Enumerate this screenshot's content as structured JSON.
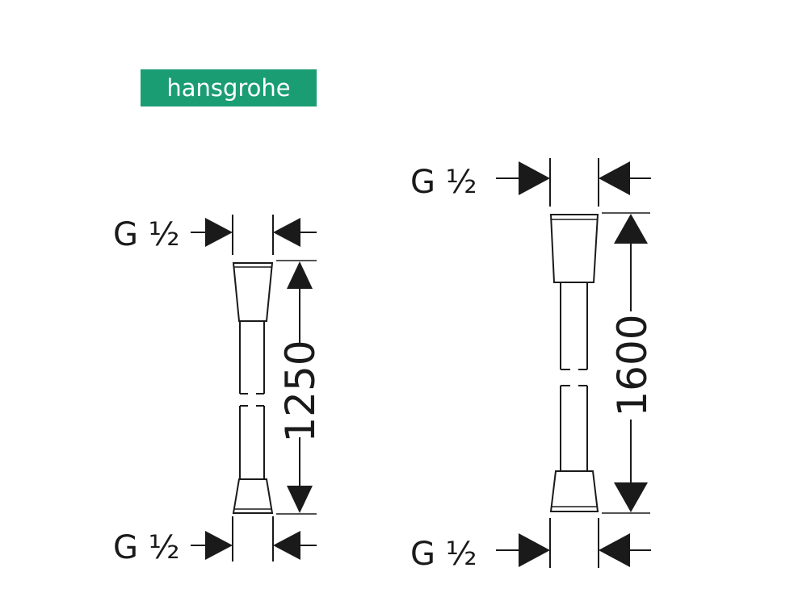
{
  "brand": {
    "name": "hansgrohe",
    "color": "#1b9d73"
  },
  "hoses": [
    {
      "id": "short",
      "length_label": "1250",
      "connector_top": "G ½",
      "connector_bottom": "G ½"
    },
    {
      "id": "long",
      "length_label": "1600",
      "connector_top": "G ½",
      "connector_bottom": "G ½"
    }
  ]
}
